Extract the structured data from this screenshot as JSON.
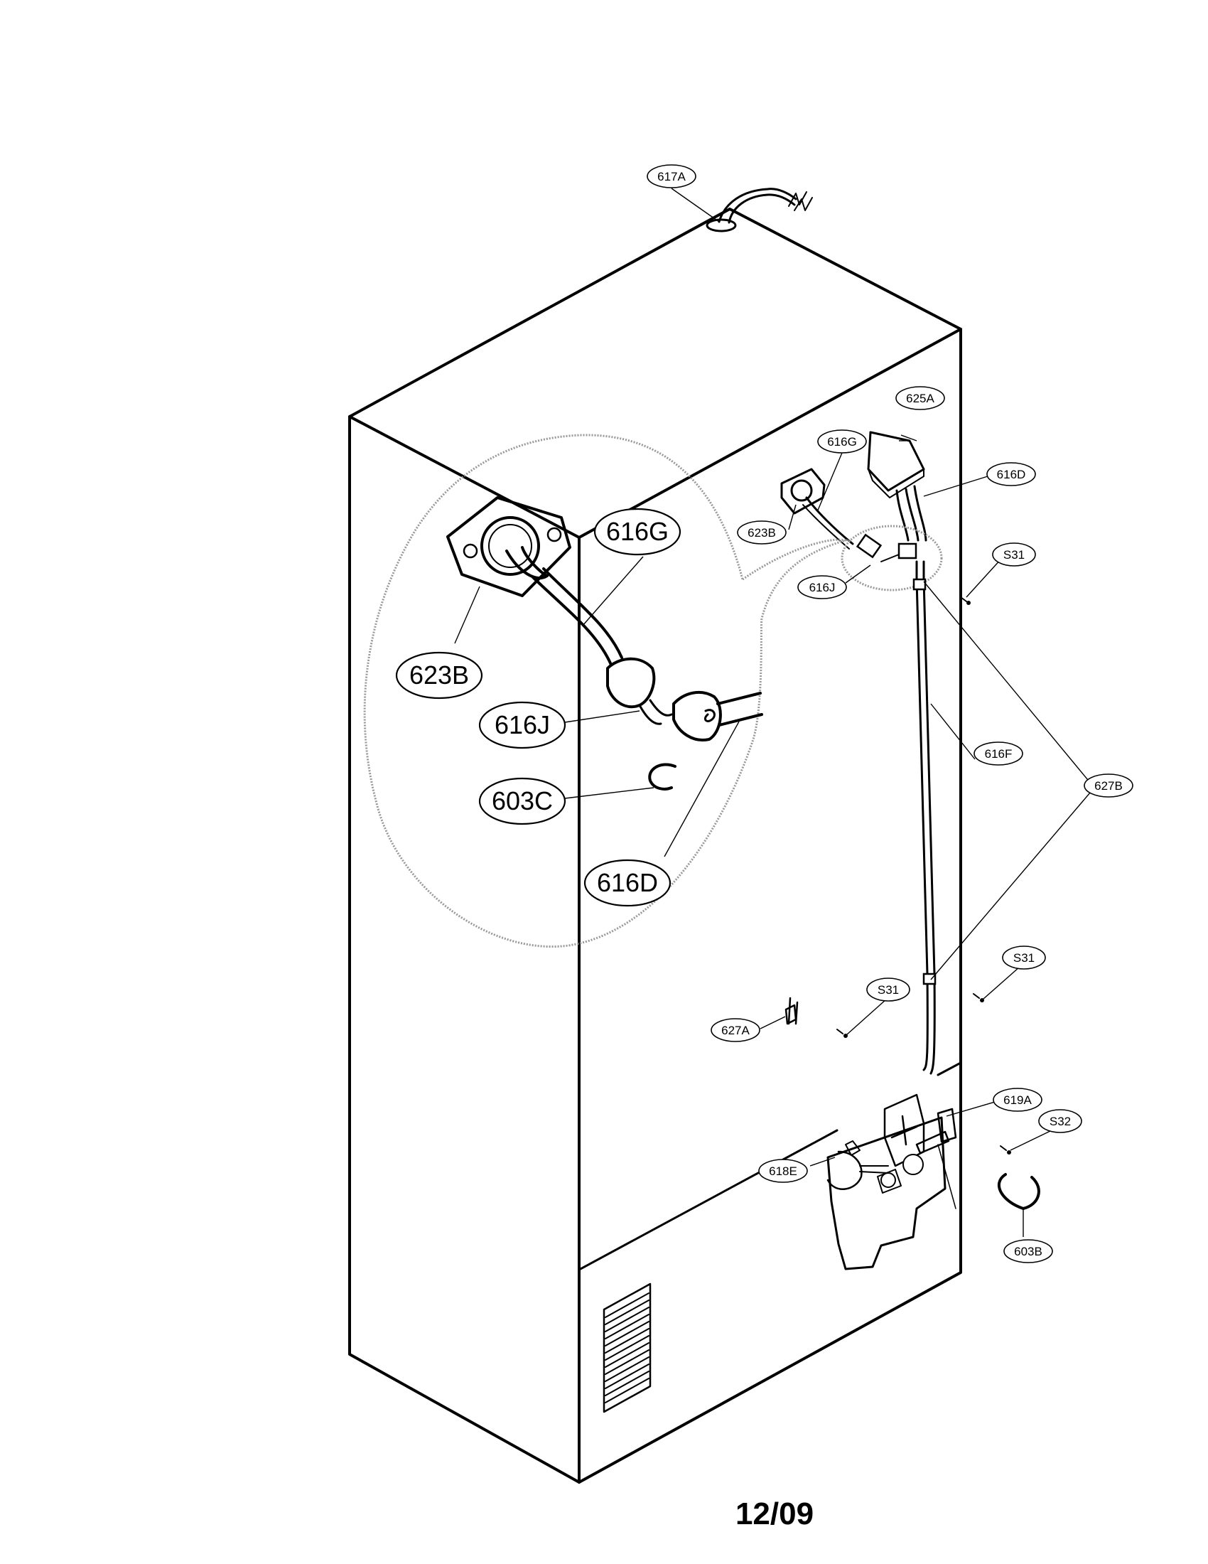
{
  "callouts": {
    "c617A": "617A",
    "c625A": "625A",
    "c616G": "616G",
    "c616D": "616D",
    "c623B": "623B",
    "cS31a": "S31",
    "c616J": "616J",
    "c616F": "616F",
    "c627B": "627B",
    "cS31b": "S31",
    "cS31c": "S31",
    "c627A": "627A",
    "c619A": "619A",
    "cS32": "S32",
    "c618E": "618E",
    "c603B": "603B"
  },
  "detail": {
    "d616G": "616G",
    "d623B": "623B",
    "d616J": "616J",
    "d603C": "603C",
    "d616D": "616D"
  },
  "footer": {
    "date": "12/09"
  }
}
